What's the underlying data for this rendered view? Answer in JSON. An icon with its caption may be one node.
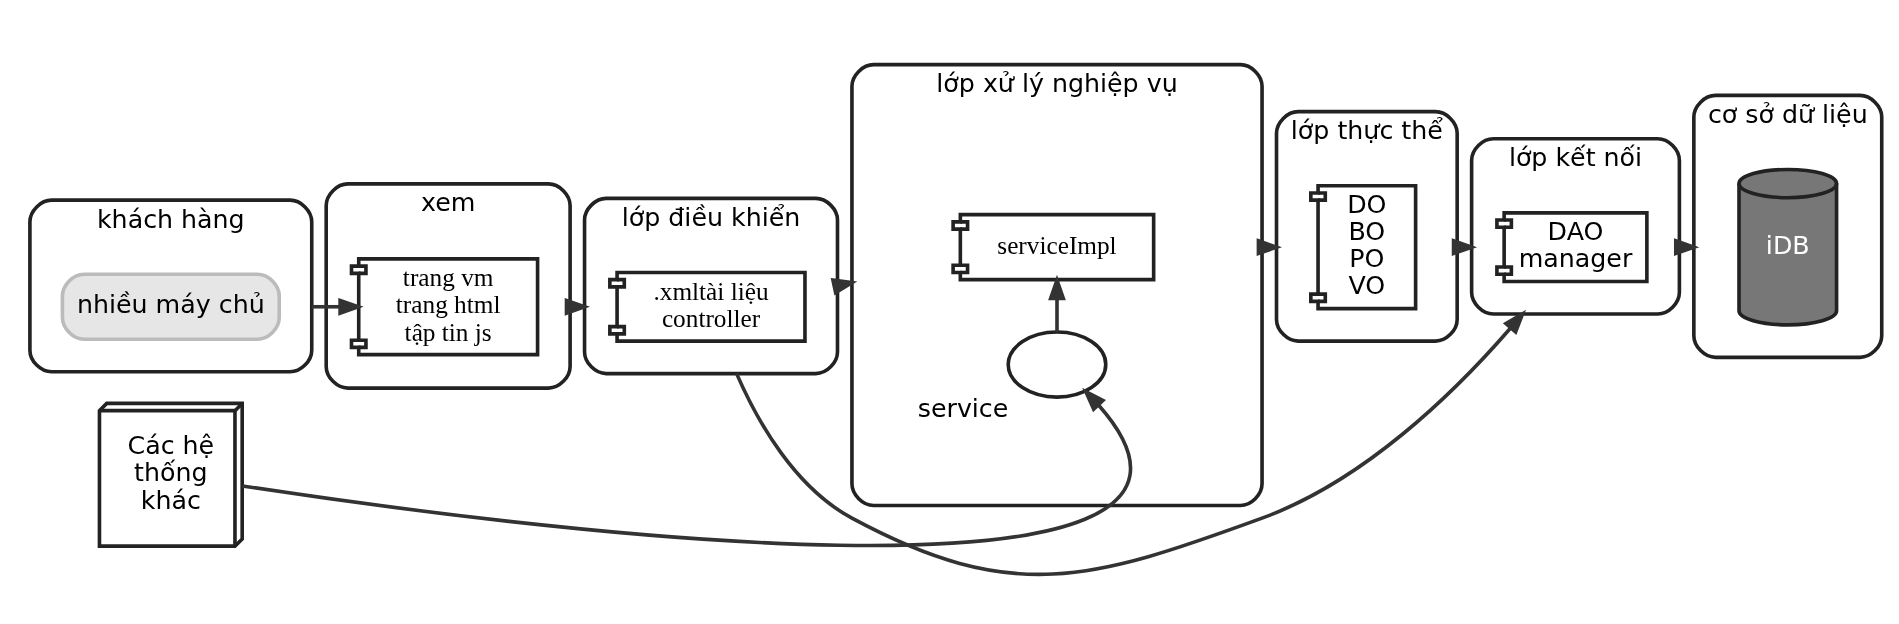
{
  "diagram": {
    "nodes": [
      {
        "text": [
          "khách hàng"
        ]
      },
      {
        "text": [
          "nhiều máy chủ"
        ],
        "in": 0
      },
      {
        "text": [
          "xem"
        ]
      },
      {
        "text": [
          "trang vm trang html tập tin js"
        ],
        "in": 2
      },
      {
        "text": [
          "lớp điều khiển"
        ]
      },
      {
        "text": [
          ".xmltài liệu controller"
        ],
        "in": 4
      },
      {
        "text": [
          "lớp xử lý nghiệp vụ"
        ]
      },
      {
        "text": [
          "serviceImpl"
        ],
        "in": 6
      },
      {
        "text": [],
        "shape": "ellipse",
        "beside": [
          "service"
        ],
        "in": 6
      },
      {
        "text": [
          "lớp thực thể"
        ]
      },
      {
        "text": [
          "DO BO PO VO"
        ],
        "in": 9
      },
      {
        "text": [
          "lớp kết nối"
        ]
      },
      {
        "text": [
          "DAO manager"
        ],
        "in": 11
      },
      {
        "text": [
          "cơ sở dữ liệu"
        ]
      },
      {
        "text": [
          "iDB"
        ],
        "in": 13
      },
      {
        "text": [
          "Các hệ thống khác"
        ]
      }
    ],
    "edges": [
      {
        "from": 0,
        "to": 3,
        "arrow": "to"
      },
      {
        "from": 2,
        "to": 4,
        "arrow": "to"
      },
      {
        "from": 4,
        "to": 6,
        "arrow": "to"
      },
      {
        "from": 6,
        "to": 9,
        "arrow": "to"
      },
      {
        "from": 9,
        "to": 11,
        "arrow": "to"
      },
      {
        "from": 11,
        "to": 13,
        "arrow": "to"
      },
      {
        "from": 4,
        "to": 11,
        "arrow": "to"
      },
      {
        "from": 8,
        "to": 7,
        "arrow": "to"
      },
      {
        "from": 15,
        "to": 8,
        "arrow": "to"
      }
    ]
  }
}
